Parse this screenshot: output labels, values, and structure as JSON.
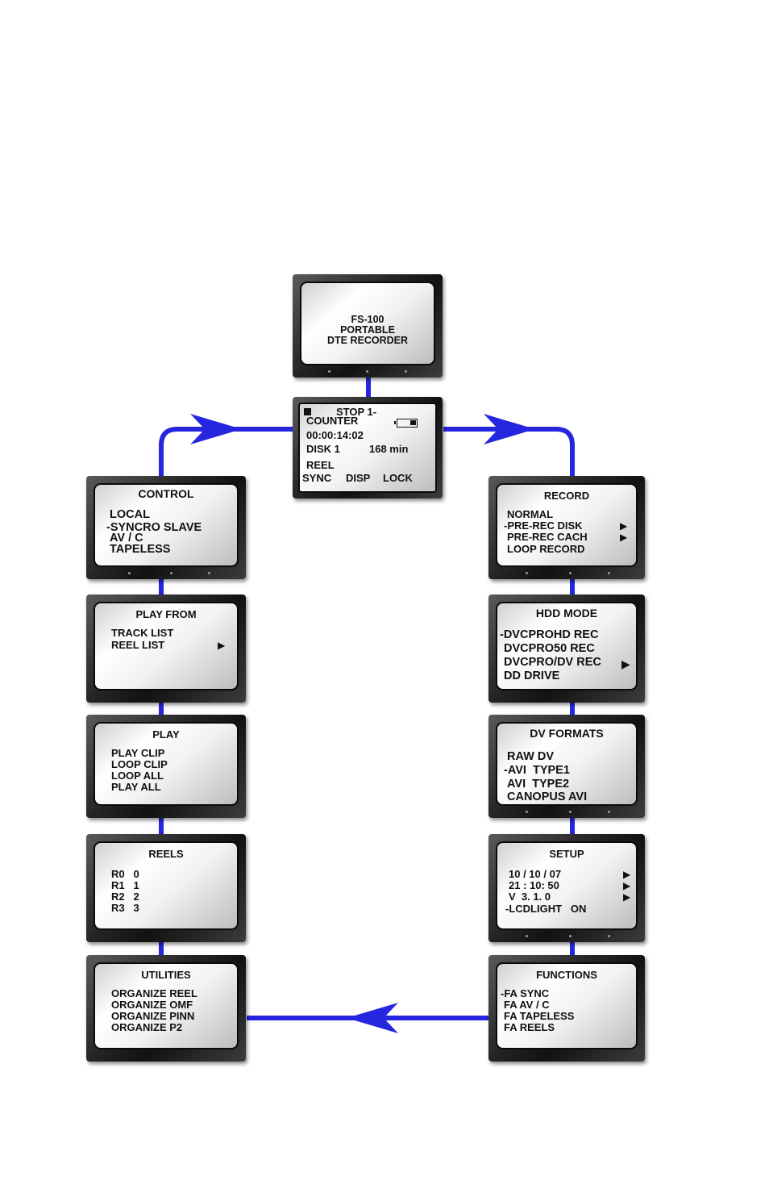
{
  "colors": {
    "connector": "#2626e0",
    "bezel": "#1e1e1e",
    "screen": "#f2f2f2"
  },
  "title_screen": {
    "lines": [
      "FS-100",
      "PORTABLE",
      "DTE RECORDER"
    ]
  },
  "main_screen": {
    "status_line": "STOP 1-",
    "counter_label": "COUNTER",
    "timecode": "00:00:14:02",
    "disk": "DISK 1",
    "remaining": "168 min",
    "reel": "REEL",
    "softkeys": [
      "SYNC",
      "DISP",
      "LOCK"
    ]
  },
  "menus": {
    "control": {
      "title": "CONTROL",
      "items": [
        "LOCAL",
        "-SYNCRO SLAVE",
        "AV / C",
        "TAPELESS"
      ]
    },
    "play_from": {
      "title": "PLAY FROM",
      "items": [
        "TRACK LIST",
        "REEL LIST"
      ]
    },
    "play": {
      "title": "PLAY",
      "items": [
        "PLAY CLIP",
        "LOOP CLIP",
        "LOOP ALL",
        "PLAY ALL"
      ]
    },
    "reels": {
      "title": "REELS",
      "items": [
        "R0   0",
        "R1   1",
        "R2   2",
        "R3   3"
      ]
    },
    "utilities": {
      "title": "UTILITIES",
      "items": [
        "ORGANIZE REEL",
        "ORGANIZE OMF",
        "ORGANIZE PINN",
        "ORGANIZE P2"
      ]
    },
    "record": {
      "title": "RECORD",
      "items": [
        "NORMAL",
        "-PRE-REC DISK",
        "PRE-REC CACH",
        "LOOP RECORD"
      ]
    },
    "hdd_mode": {
      "title": "HDD MODE",
      "items": [
        "-DVCPROHD REC",
        "DVCPRO50 REC",
        "DVCPRO/DV REC",
        "DD DRIVE"
      ]
    },
    "dv_formats": {
      "title": "DV FORMATS",
      "items": [
        "RAW DV",
        "-AVI  TYPE1",
        "AVI  TYPE2",
        "CANOPUS AVI"
      ]
    },
    "setup": {
      "title": "SETUP",
      "items": [
        "10 / 10 / 07",
        "21 : 10: 50",
        "V  3. 1. 0",
        "-LCDLIGHT   ON"
      ]
    },
    "functions": {
      "title": "FUNCTIONS",
      "items": [
        "-FA SYNC",
        "FA AV / C",
        "FA TAPELESS",
        "FA REELS"
      ]
    }
  }
}
